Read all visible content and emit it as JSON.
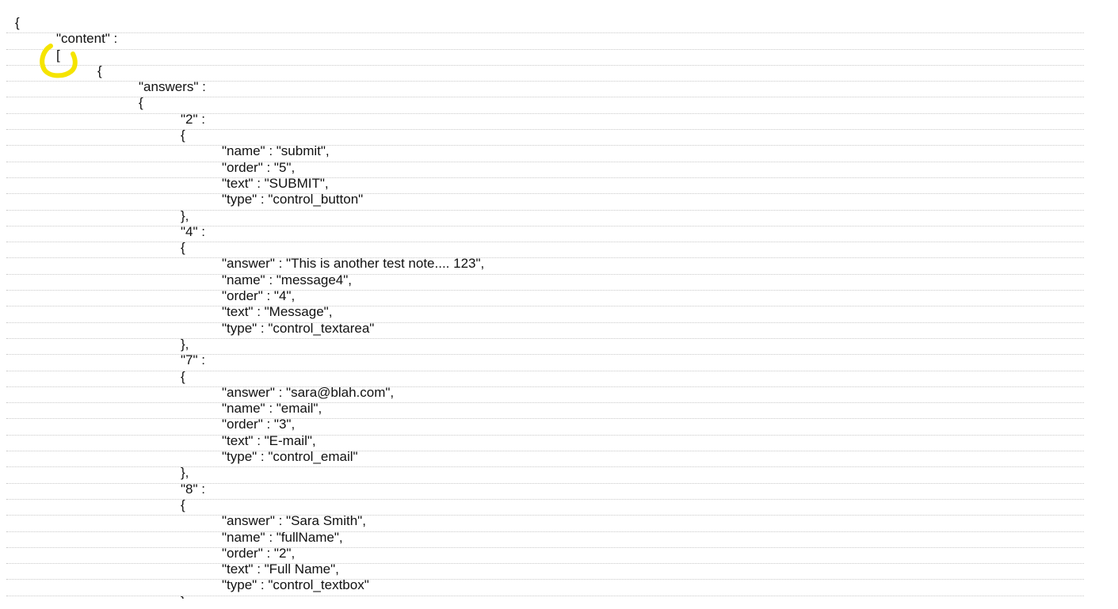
{
  "lines": [
    "{",
    "\"content\" :",
    "[",
    "{",
    "\"answers\" :",
    "{",
    "\"2\" :",
    "{",
    "\"name\" : \"submit\",",
    "\"order\" : \"5\",",
    "\"text\" : \"SUBMIT\",",
    "\"type\" : \"control_button\"",
    "},",
    "\"4\" :",
    "{",
    "\"answer\" : \"This is another test note.... 123\",",
    "\"name\" : \"message4\",",
    "\"order\" : \"4\",",
    "\"text\" : \"Message\",",
    "\"type\" : \"control_textarea\"",
    "},",
    "\"7\" :",
    "{",
    "\"answer\" : \"sara@blah.com\",",
    "\"name\" : \"email\",",
    "\"order\" : \"3\",",
    "\"text\" : \"E-mail\",",
    "\"type\" : \"control_email\"",
    "},",
    "\"8\" :",
    "{",
    "\"answer\" : \"Sara Smith\",",
    "\"name\" : \"fullName\",",
    "\"order\" : \"2\",",
    "\"text\" : \"Full Name\",",
    "\"type\" : \"control_textbox\"",
    "},"
  ],
  "highlight": {
    "color": "#f5e400",
    "shape": "circle-annotation"
  }
}
